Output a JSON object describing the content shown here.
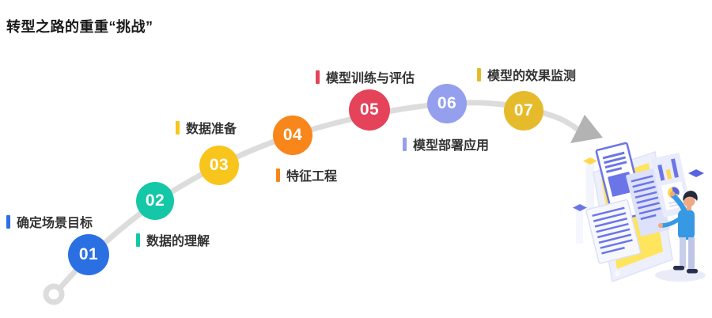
{
  "title": "转型之路的重重“挑战”",
  "path": {
    "line_color": "#DCDCDC",
    "arrow_color": "#B3B3B3"
  },
  "steps": [
    {
      "num": "01",
      "label": "确定场景目标",
      "color": "#2B70E3"
    },
    {
      "num": "02",
      "label": "数据的理解",
      "color": "#14C7A6"
    },
    {
      "num": "03",
      "label": "数据准备",
      "color": "#F8C51C"
    },
    {
      "num": "04",
      "label": "特征工程",
      "color": "#F8861A"
    },
    {
      "num": "05",
      "label": "模型训练与评估",
      "color": "#E4435A"
    },
    {
      "num": "06",
      "label": "模型部署应用",
      "color": "#94A0ED"
    },
    {
      "num": "07",
      "label": "模型的效果监测",
      "color": "#E6BB2B"
    }
  ],
  "illustration": {
    "icon": "person-working-with-documents-illustration",
    "accent_purple": "#6C75E8",
    "accent_yellow": "#FFE45E",
    "accent_blue": "#3799E3"
  }
}
